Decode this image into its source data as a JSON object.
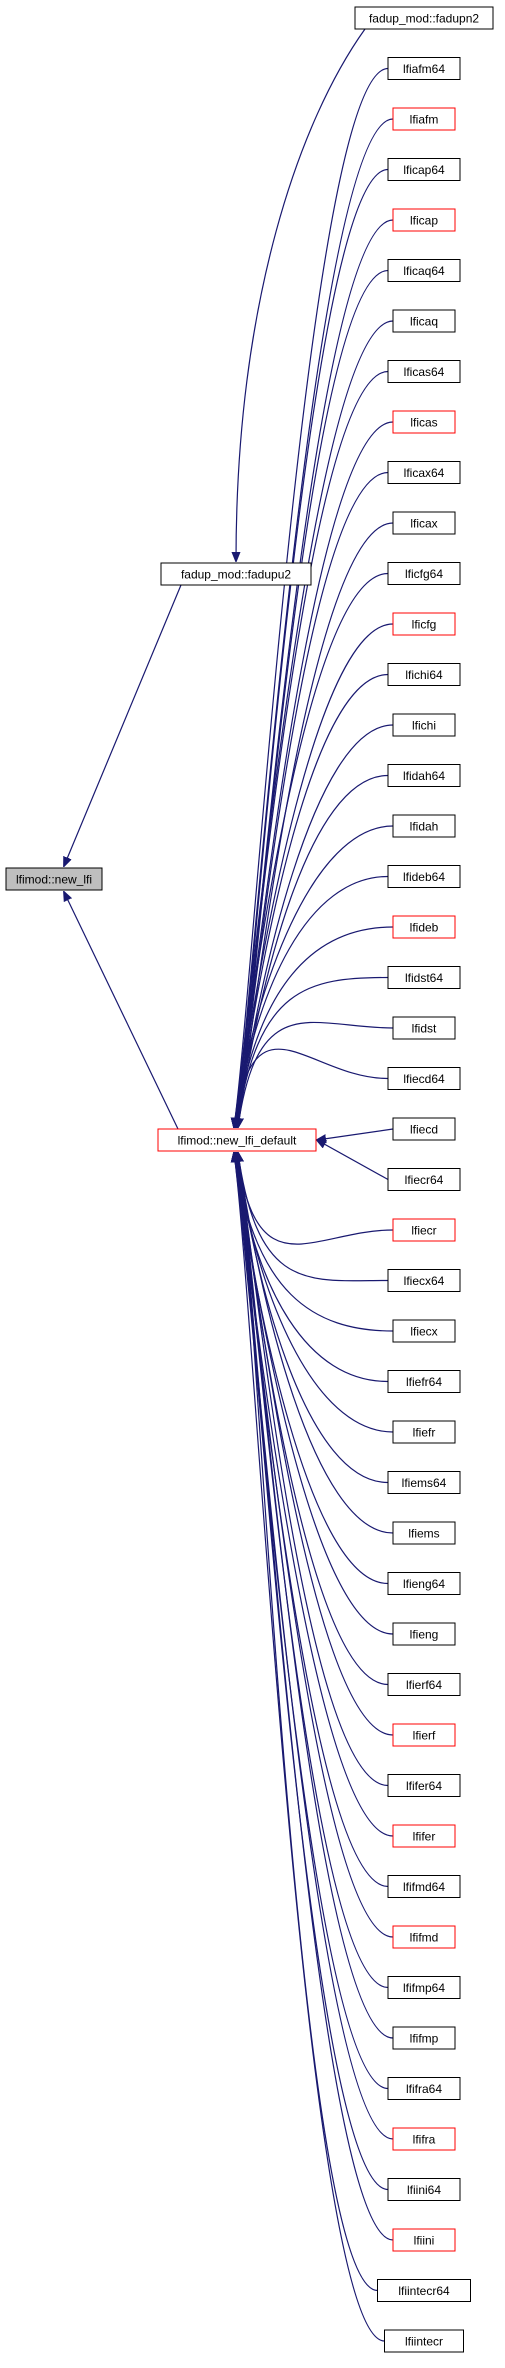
{
  "diagram": {
    "title": "",
    "colors": {
      "edge": "#191970",
      "highlight_fill": "#bfbfbf",
      "normal_border": "#000000",
      "alert_border": "#ff0000",
      "node_fill": "#ffffff"
    },
    "root": {
      "id": "n0",
      "label": "lfimod::new_lfi"
    },
    "hub": {
      "id": "n1",
      "label": "lfimod::new_lfi_default"
    },
    "mid": {
      "id": "n2",
      "label": "fadup_mod::fadupu2"
    },
    "top": {
      "id": "n3",
      "label": "fadup_mod::fadupn2"
    },
    "callers": [
      {
        "label": "lfiafm64",
        "alert": false
      },
      {
        "label": "lfiafm",
        "alert": true
      },
      {
        "label": "lficap64",
        "alert": false
      },
      {
        "label": "lficap",
        "alert": true
      },
      {
        "label": "lficaq64",
        "alert": false
      },
      {
        "label": "lficaq",
        "alert": false
      },
      {
        "label": "lficas64",
        "alert": false
      },
      {
        "label": "lficas",
        "alert": true
      },
      {
        "label": "lficax64",
        "alert": false
      },
      {
        "label": "lficax",
        "alert": false
      },
      {
        "label": "lficfg64",
        "alert": false
      },
      {
        "label": "lficfg",
        "alert": true
      },
      {
        "label": "lfichi64",
        "alert": false
      },
      {
        "label": "lfichi",
        "alert": false
      },
      {
        "label": "lfidah64",
        "alert": false
      },
      {
        "label": "lfidah",
        "alert": false
      },
      {
        "label": "lfideb64",
        "alert": false
      },
      {
        "label": "lfideb",
        "alert": true
      },
      {
        "label": "lfidst64",
        "alert": false
      },
      {
        "label": "lfidst",
        "alert": false
      },
      {
        "label": "lfiecd64",
        "alert": false
      },
      {
        "label": "lfiecd",
        "alert": false
      },
      {
        "label": "lfiecr64",
        "alert": false
      },
      {
        "label": "lfiecr",
        "alert": true
      },
      {
        "label": "lfiecx64",
        "alert": false
      },
      {
        "label": "lfiecx",
        "alert": false
      },
      {
        "label": "lfiefr64",
        "alert": false
      },
      {
        "label": "lfiefr",
        "alert": false
      },
      {
        "label": "lfiems64",
        "alert": false
      },
      {
        "label": "lfiems",
        "alert": false
      },
      {
        "label": "lfieng64",
        "alert": false
      },
      {
        "label": "lfieng",
        "alert": false
      },
      {
        "label": "lfierf64",
        "alert": false
      },
      {
        "label": "lfierf",
        "alert": true
      },
      {
        "label": "lfifer64",
        "alert": false
      },
      {
        "label": "lfifer",
        "alert": true
      },
      {
        "label": "lfifmd64",
        "alert": false
      },
      {
        "label": "lfifmd",
        "alert": true
      },
      {
        "label": "lfifmp64",
        "alert": false
      },
      {
        "label": "lfifmp",
        "alert": false
      },
      {
        "label": "lfifra64",
        "alert": false
      },
      {
        "label": "lfifra",
        "alert": true
      },
      {
        "label": "lfiini64",
        "alert": false
      },
      {
        "label": "lfiini",
        "alert": true
      },
      {
        "label": "lfiintecr64",
        "alert": false
      },
      {
        "label": "lfiintecr",
        "alert": false
      }
    ]
  }
}
